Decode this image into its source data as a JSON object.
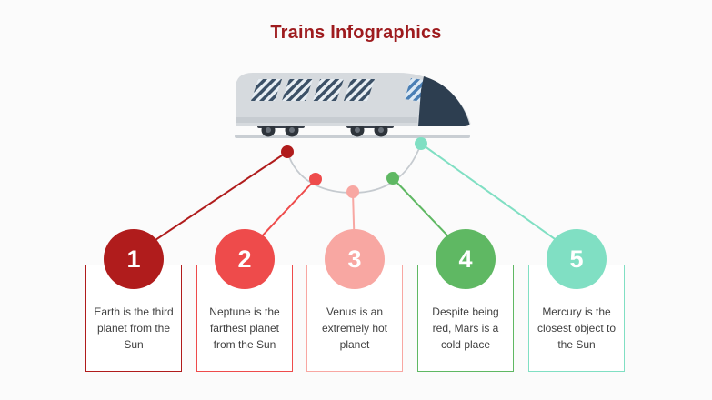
{
  "title": "Trains Infographics",
  "theme": {
    "background": "#fbfbfb",
    "title_color": "#9e1b1e",
    "arc_color": "#c5cacf",
    "box_text_color": "#404040",
    "train": {
      "body": "#d6dade",
      "underbody": "#c7ccd1",
      "nose": "#2d3e50",
      "window_bg": "#e8eef3",
      "window_stripe": "#3c5167",
      "windshield_bg": "#dce9f4",
      "windshield_stripe": "#4a7fb5",
      "bogie": "#39404a",
      "wheel": "#2e343b",
      "wheel_hub": "#6a717a",
      "track": "#c9ced3"
    }
  },
  "items": [
    {
      "number": "1",
      "color": "#b01c1c",
      "text": "Earth is the third planet from the Sun"
    },
    {
      "number": "2",
      "color": "#ee4b4b",
      "text": "Neptune is the farthest planet from the Sun"
    },
    {
      "number": "3",
      "color": "#f8a7a2",
      "text": "Venus is an extremely hot planet"
    },
    {
      "number": "4",
      "color": "#5fb863",
      "text": "Despite being red, Mars is a cold place"
    },
    {
      "number": "5",
      "color": "#80dfc3",
      "text": "Mercury is the closest object to the Sun"
    }
  ]
}
